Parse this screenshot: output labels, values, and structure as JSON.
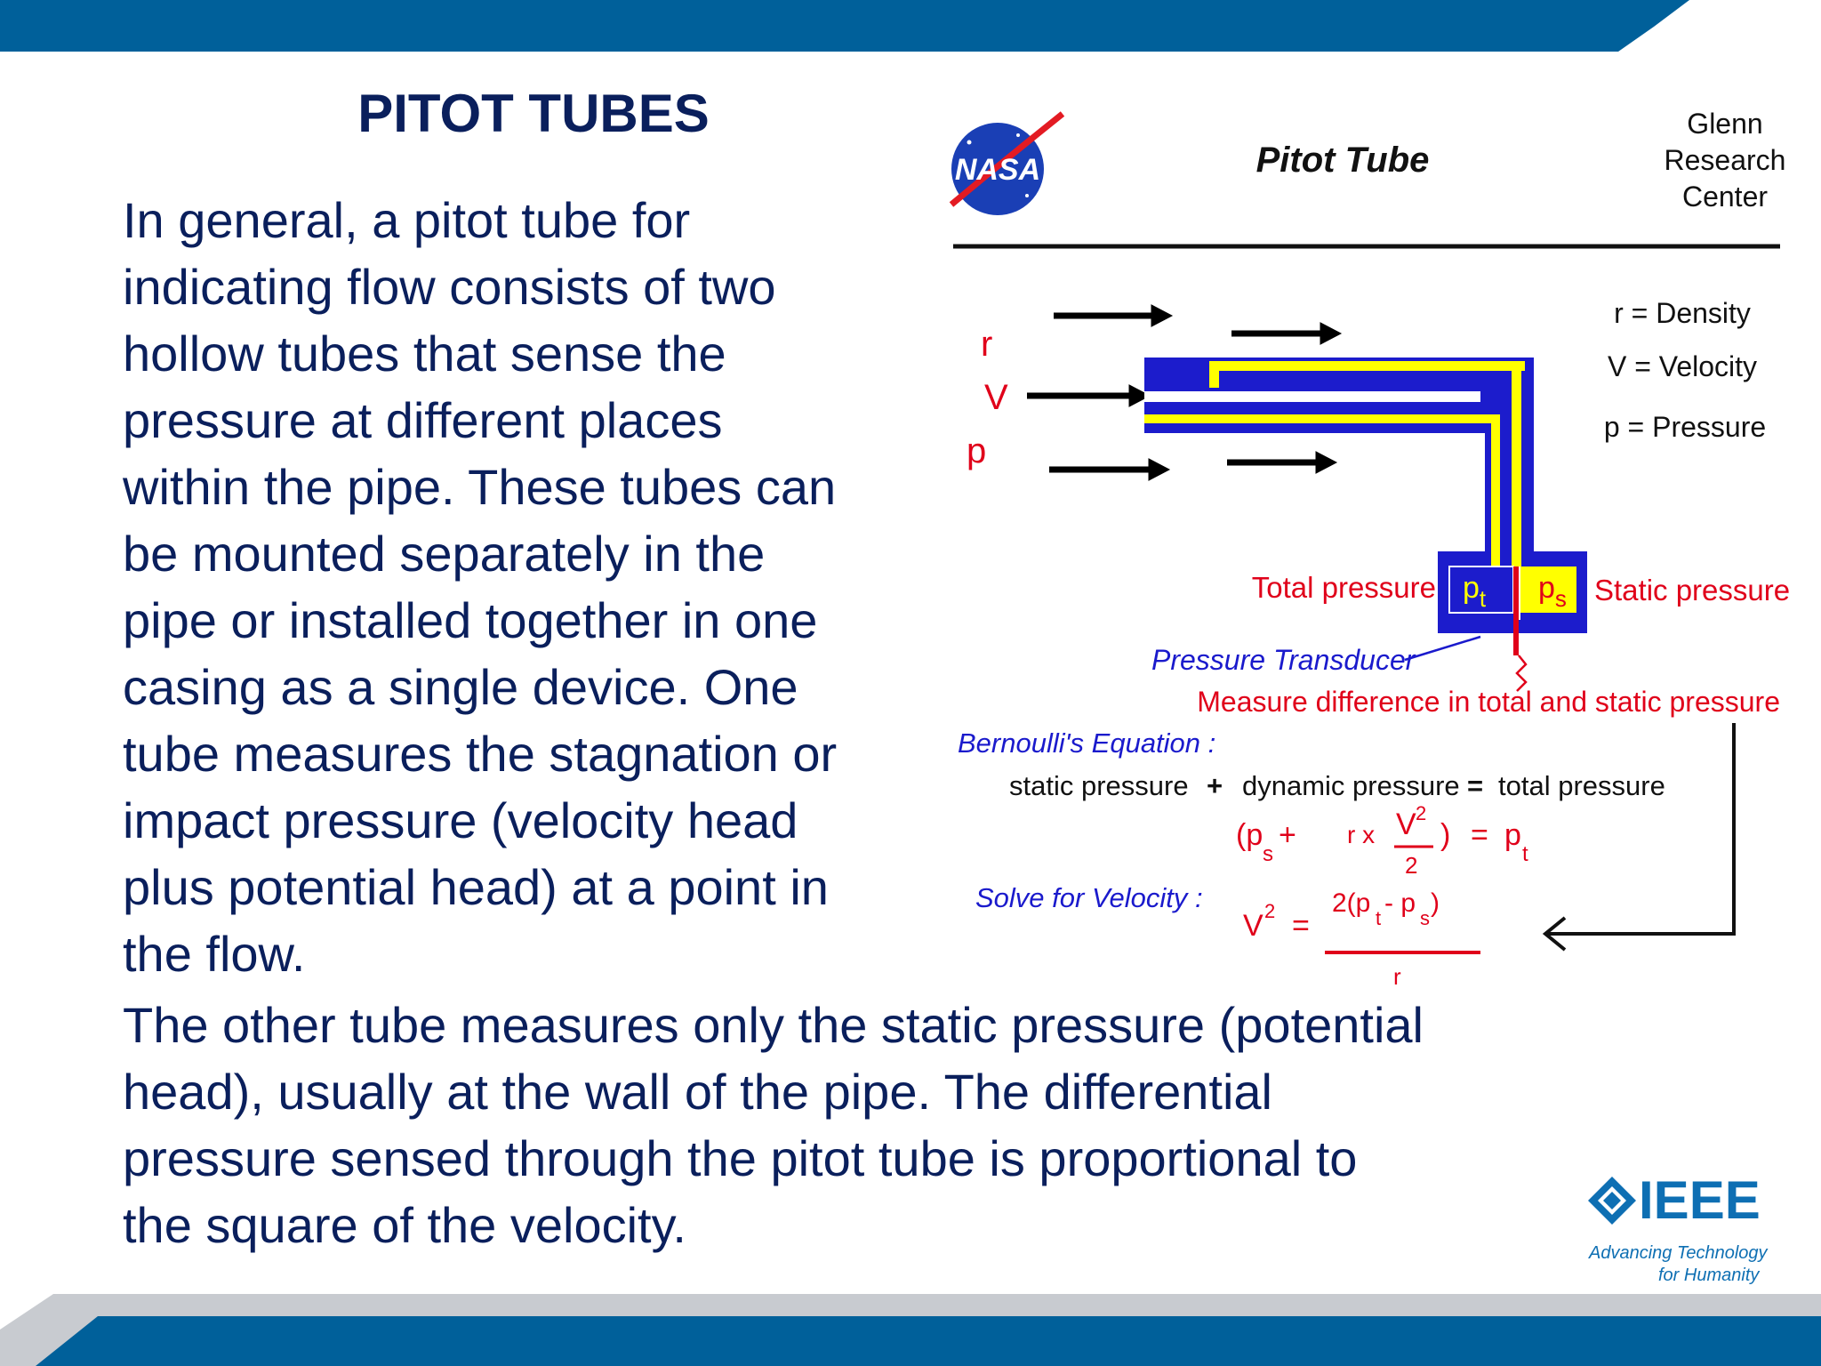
{
  "slide": {
    "title": "PITOT TUBES",
    "paragraph_1_lines": [
      "In general, a pitot tube for",
      "indicating flow consists of two",
      "hollow tubes that sense the",
      "pressure at different places",
      "within the pipe. These tubes can",
      "be mounted separately in the",
      "pipe or installed together in one",
      "casing as a single device. One",
      "tube measures the stagnation or",
      "impact pressure (velocity head",
      "plus potential head) at a point in",
      "the flow."
    ],
    "paragraph_2_lines": [
      "The other tube measures only the static pressure (potential",
      "head), usually at the wall of the pipe. The differential",
      "pressure sensed through the pitot tube is proportional to",
      "the square of the velocity."
    ]
  },
  "diagram": {
    "logo_text": "NASA",
    "title": "Pitot Tube",
    "org_lines": [
      "Glenn",
      "Research",
      "Center"
    ],
    "side_symbols": [
      "r",
      "V",
      "p"
    ],
    "legend": [
      "r = Density",
      "V = Velocity",
      "p = Pressure"
    ],
    "total_pressure_label": "Total pressure",
    "static_pressure_label": "Static pressure",
    "pt_label": "p",
    "pt_sub": "t",
    "ps_label": "p",
    "ps_sub": "s",
    "transducer_label": "Pressure Transducer",
    "measure_label": "Measure difference in total and static pressure",
    "bernoulli_heading": "Bernoulli's Equation :",
    "word_equation": {
      "static": "static pressure",
      "plus": "+",
      "dynamic": "dynamic pressure",
      "equals": "=",
      "total": "total pressure"
    },
    "solve_heading": "Solve for Velocity :"
  },
  "ieee": {
    "name": "IEEE",
    "tagline_1": "Advancing Technology",
    "tagline_2": "for Humanity"
  },
  "colors": {
    "bar_blue": "#00609a",
    "title_navy": "#0a1f5c",
    "tube_blue": "#1c1ccc",
    "tube_yellow": "#ffff00",
    "label_red": "#e0001a",
    "label_blue": "#1a1acc",
    "ieee_blue": "#0e6fb3"
  }
}
